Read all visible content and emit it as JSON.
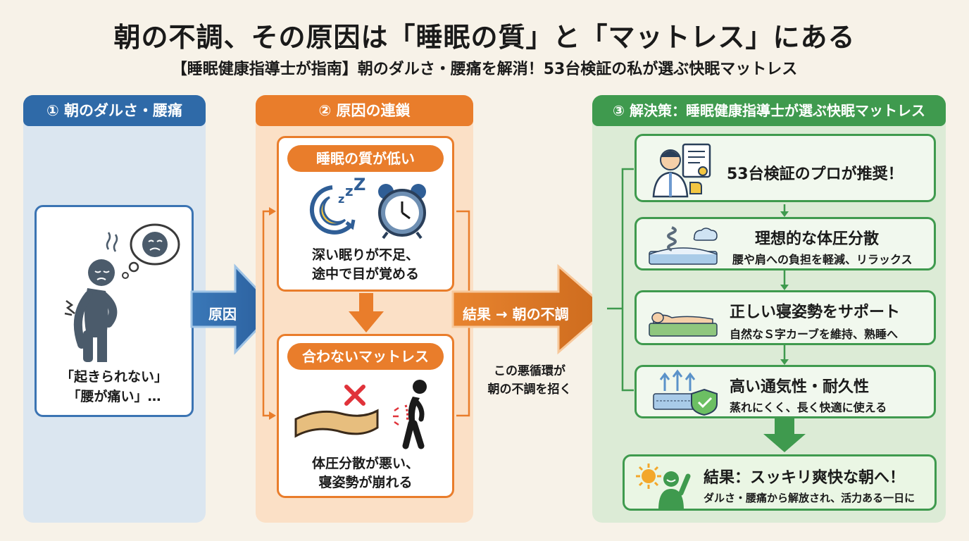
{
  "title": "朝の不調、その原因は「睡眠の質」と「マットレス」にある",
  "subtitle": "【睡眠健康指導士が指南】朝のダルさ・腰痛を解消！53台検証の私が選ぶ快眠マットレス",
  "col1": {
    "header": "① 朝のダルさ・腰痛",
    "quote1": "「起きられない」",
    "quote2": "「腰が痛い」…"
  },
  "arrow_cause": "原因",
  "col2": {
    "header": "② 原因の連鎖",
    "sleep": {
      "title": "睡眠の質が低い",
      "text1": "深い眠りが不足、",
      "text2": "途中で目が覚める"
    },
    "mattress": {
      "title": "合わないマットレス",
      "text1": "体圧分散が悪い、",
      "text2": "寝姿勢が崩れる"
    }
  },
  "arrow_result": "結果 → 朝の不調",
  "loop_text1": "この悪循環が",
  "loop_text2": "朝の不調を招く",
  "col3": {
    "header": "③ 解決策：睡眠健康指導士が選ぶ快眠マットレス",
    "items": [
      {
        "title": "53台検証のプロが推奨！"
      },
      {
        "title": "理想的な体圧分散",
        "desc": "腰や肩への負担を軽減、リラックス"
      },
      {
        "title": "正しい寝姿勢をサポート",
        "desc": "自然なＳ字カーブを維持、熟睡へ"
      },
      {
        "title": "高い通気性・耐久性",
        "desc": "蒸れにくく、長く快適に使える"
      }
    ],
    "result": {
      "title": "結果：スッキリ爽快な朝へ！",
      "desc": "ダルさ・腰痛から解放され、活力ある一日に"
    }
  },
  "colors": {
    "blue": "#2f6aa8",
    "orange": "#e97d2b",
    "green": "#3f9a4e"
  }
}
